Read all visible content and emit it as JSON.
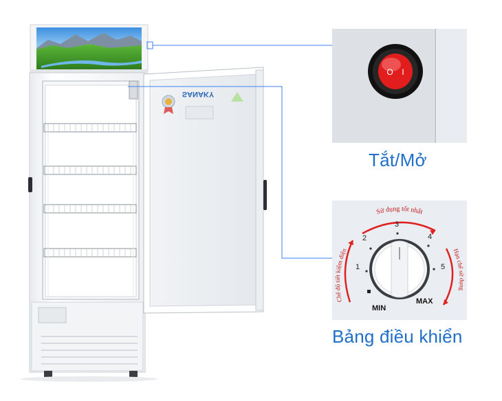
{
  "fridge": {
    "brand": "SANAKY"
  },
  "switch_panel": {
    "caption": "Tắt/Mở",
    "icon": "rocker-power-switch-icon",
    "switch_on_mark": "O",
    "switch_off_mark": "I",
    "switch_color": "#e11d1d"
  },
  "dial_panel": {
    "caption": "Bảng điều khiển",
    "icon": "thermostat-dial-icon",
    "top_arc_label": "Sử dụng tốt nhất",
    "left_arc_label": "Chế độ tiết kiệm điện",
    "right_arc_label": "Hạn chế sử dụng",
    "min_label": "MIN",
    "max_label": "MAX",
    "numbers": [
      "1",
      "2",
      "3",
      "4",
      "5"
    ],
    "arrow_color": "#e02020"
  },
  "colors": {
    "caption": "#1f6fc9",
    "connector": "#3b82f6"
  }
}
